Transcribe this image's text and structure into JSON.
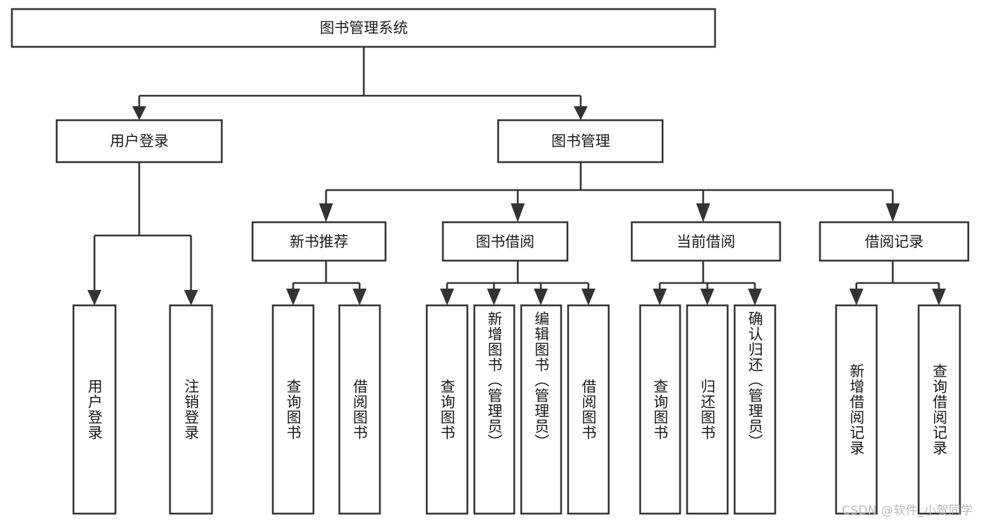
{
  "diagram": {
    "title": "图书管理系统",
    "type": "hierarchy-tree",
    "orientation": "top-down",
    "levels": 4,
    "root": {
      "id": "root",
      "label": "图书管理系统",
      "orientation": "horizontal"
    },
    "level2": [
      {
        "id": "user-login",
        "label": "用户登录",
        "orientation": "horizontal"
      },
      {
        "id": "book-manage",
        "label": "图书管理",
        "orientation": "horizontal"
      }
    ],
    "level3": [
      {
        "id": "new-book-rec",
        "label": "新书推荐",
        "orientation": "horizontal",
        "parent": "book-manage"
      },
      {
        "id": "book-borrow",
        "label": "图书借阅",
        "orientation": "horizontal",
        "parent": "book-manage"
      },
      {
        "id": "current-borrow",
        "label": "当前借阅",
        "orientation": "horizontal",
        "parent": "book-manage"
      },
      {
        "id": "borrow-record",
        "label": "借阅记录",
        "orientation": "horizontal",
        "parent": "book-manage"
      }
    ],
    "leaves": [
      {
        "id": "leaf-user-login",
        "label": "用户登录",
        "orientation": "vertical",
        "parent": "user-login"
      },
      {
        "id": "leaf-user-logout",
        "label": "注销登录",
        "orientation": "vertical",
        "parent": "user-login"
      },
      {
        "id": "leaf-rec-query",
        "label": "查询图书",
        "orientation": "vertical",
        "parent": "new-book-rec"
      },
      {
        "id": "leaf-rec-borrow",
        "label": "借阅图书",
        "orientation": "vertical",
        "parent": "new-book-rec"
      },
      {
        "id": "leaf-borrow-query",
        "label": "查询图书",
        "orientation": "vertical",
        "parent": "book-borrow"
      },
      {
        "id": "leaf-borrow-add",
        "label": "新增图书（管理员）",
        "orientation": "vertical",
        "parent": "book-borrow"
      },
      {
        "id": "leaf-borrow-edit",
        "label": "编辑图书（管理员）",
        "orientation": "vertical",
        "parent": "book-borrow"
      },
      {
        "id": "leaf-borrow-lend",
        "label": "借阅图书",
        "orientation": "vertical",
        "parent": "book-borrow"
      },
      {
        "id": "leaf-cur-query",
        "label": "查询图书",
        "orientation": "vertical",
        "parent": "current-borrow"
      },
      {
        "id": "leaf-cur-return",
        "label": "归还图书",
        "orientation": "vertical",
        "parent": "current-borrow"
      },
      {
        "id": "leaf-cur-confirm",
        "label": "确认归还（管理员）",
        "orientation": "vertical",
        "parent": "current-borrow"
      },
      {
        "id": "leaf-rec-add",
        "label": "新增借阅记录",
        "orientation": "vertical",
        "parent": "borrow-record"
      },
      {
        "id": "leaf-rec-search",
        "label": "查询借阅记录",
        "orientation": "vertical",
        "parent": "borrow-record"
      }
    ],
    "colors": {
      "box_stroke": "#333333",
      "box_fill": "#ffffff",
      "text": "#1a1a1a",
      "background": "#ffffff",
      "watermark": "#b9b9b9"
    }
  },
  "watermark": {
    "text": "CSDN @软件_小贺同学"
  }
}
